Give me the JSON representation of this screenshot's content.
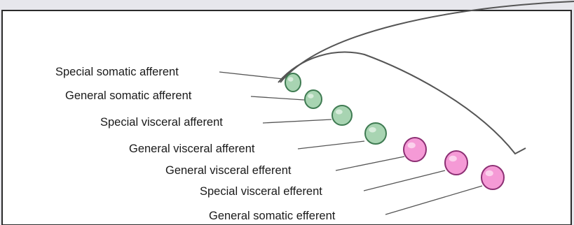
{
  "colors": {
    "panel": "#ffffff",
    "border": "#2b2b2b",
    "outline": "#555555",
    "afferent_fill": "#a8d4b2",
    "afferent_ring": "#3f7b52",
    "efferent_fill": "#f59ad6",
    "efferent_ring": "#8c2f73"
  },
  "nuclei": [
    {
      "label": "Special somatic afferent",
      "kind": "afferent",
      "icon": "green-nucleus-icon"
    },
    {
      "label": "General somatic afferent",
      "kind": "afferent",
      "icon": "green-nucleus-icon"
    },
    {
      "label": "Special visceral afferent",
      "kind": "afferent",
      "icon": "green-nucleus-icon"
    },
    {
      "label": "General visceral afferent",
      "kind": "afferent",
      "icon": "green-nucleus-icon"
    },
    {
      "label": "General visceral efferent",
      "kind": "efferent",
      "icon": "pink-nucleus-icon"
    },
    {
      "label": "Special visceral efferent",
      "kind": "efferent",
      "icon": "pink-nucleus-icon"
    },
    {
      "label": "General somatic efferent",
      "kind": "efferent",
      "icon": "pink-nucleus-icon"
    }
  ]
}
